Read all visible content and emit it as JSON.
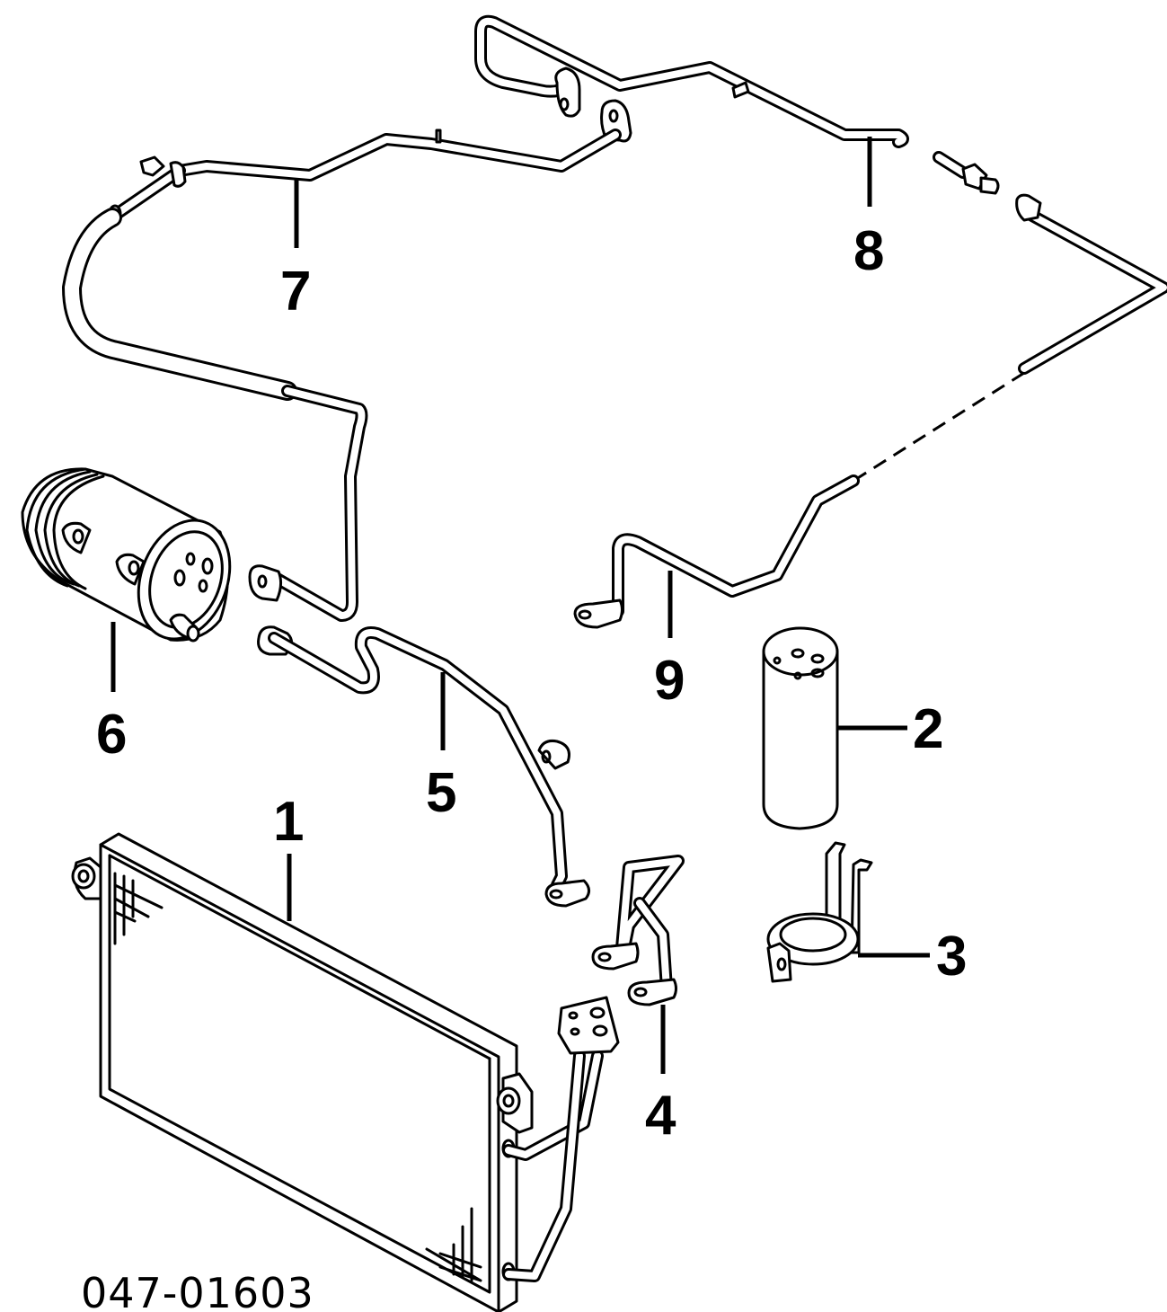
{
  "diagram": {
    "type": "parts-exploded-view",
    "subject": "A/C condenser, compressor & lines",
    "reference_number": "047-01603",
    "callouts": [
      {
        "number": "1",
        "part": "condenser"
      },
      {
        "number": "2",
        "part": "receiver-drier"
      },
      {
        "number": "3",
        "part": "drier-bracket"
      },
      {
        "number": "4",
        "part": "condenser-tube"
      },
      {
        "number": "5",
        "part": "discharge-line"
      },
      {
        "number": "6",
        "part": "compressor"
      },
      {
        "number": "7",
        "part": "suction-hose"
      },
      {
        "number": "8",
        "part": "liquid-line-upper"
      },
      {
        "number": "9",
        "part": "liquid-line-lower"
      }
    ]
  },
  "colors": {
    "line": "#000000",
    "background": "#ffffff"
  }
}
